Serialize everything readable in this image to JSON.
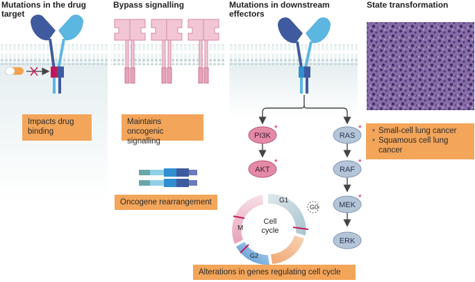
{
  "headers": {
    "drug_target": "Mutations in the drug target",
    "bypass": "Bypass signalling",
    "downstream": "Mutations in downstream effectors",
    "state": "State transformation"
  },
  "boxes": {
    "impacts": "Impacts drug binding",
    "maintains": "Maintains oncogenic signalling",
    "rearrangement": "Oncogene rearrangement",
    "cell_cycle": "Alterations in genes regulating cell cycle",
    "state_items": [
      "Small-cell lung cancer",
      "Squamous cell lung cancer"
    ]
  },
  "nodes": {
    "pi3k": "PI3K",
    "akt": "AKT",
    "ras": "RAS",
    "raf": "RAF",
    "mek": "MEK",
    "erk": "ERK"
  },
  "cycle": {
    "center_line1": "Cell",
    "center_line2": "cycle",
    "g1": "G1",
    "g0": "G0",
    "g2": "G2",
    "m": "M"
  },
  "colors": {
    "membrane": "#cfdfe4",
    "receptor_dark": "#3f5a9e",
    "receptor_light": "#5bb6e0",
    "pink_node": "#e48aa6",
    "blue_node": "#b5c5d8",
    "orange_box": "#f3a55a",
    "star": "#d0175f"
  }
}
